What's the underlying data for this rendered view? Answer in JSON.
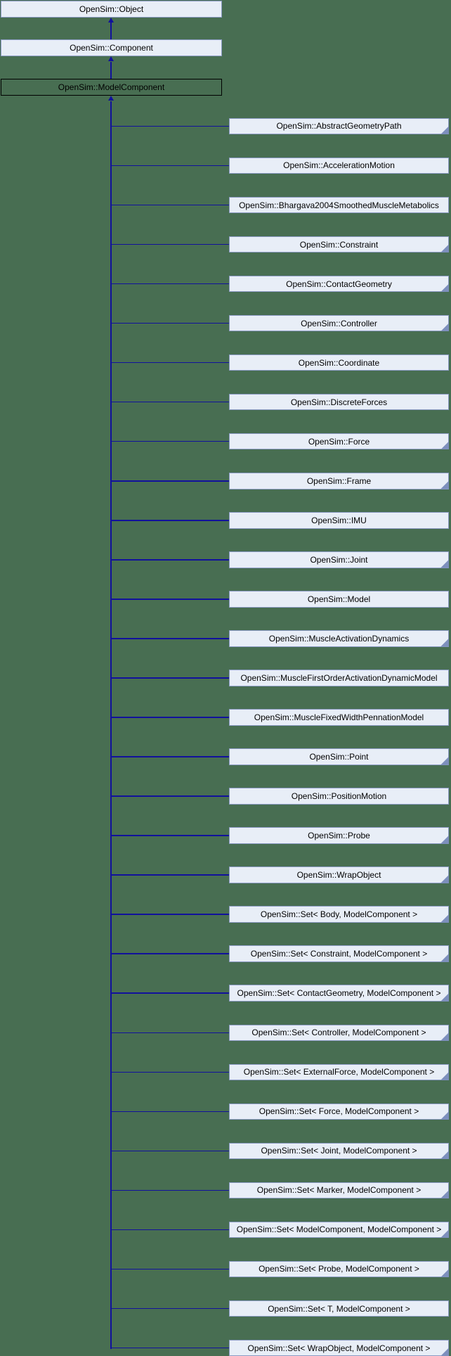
{
  "diagram": {
    "base_chain": [
      {
        "label": "OpenSim::Object"
      },
      {
        "label": "OpenSim::Component"
      }
    ],
    "current": {
      "label": "OpenSim::ModelComponent"
    },
    "derived": [
      {
        "label": "OpenSim::AbstractGeometryPath",
        "truncated": true
      },
      {
        "label": "OpenSim::AccelerationMotion",
        "truncated": false
      },
      {
        "label": "OpenSim::Bhargava2004SmoothedMuscleMetabolics",
        "truncated": false
      },
      {
        "label": "OpenSim::Constraint",
        "truncated": true
      },
      {
        "label": "OpenSim::ContactGeometry",
        "truncated": true
      },
      {
        "label": "OpenSim::Controller",
        "truncated": true
      },
      {
        "label": "OpenSim::Coordinate",
        "truncated": false
      },
      {
        "label": "OpenSim::DiscreteForces",
        "truncated": false
      },
      {
        "label": "OpenSim::Force",
        "truncated": true
      },
      {
        "label": "OpenSim::Frame",
        "truncated": true
      },
      {
        "label": "OpenSim::IMU",
        "truncated": false
      },
      {
        "label": "OpenSim::Joint",
        "truncated": true
      },
      {
        "label": "OpenSim::Model",
        "truncated": false
      },
      {
        "label": "OpenSim::MuscleActivationDynamics",
        "truncated": true
      },
      {
        "label": "OpenSim::MuscleFirstOrderActivationDynamicModel",
        "truncated": false
      },
      {
        "label": "OpenSim::MuscleFixedWidthPennationModel",
        "truncated": false
      },
      {
        "label": "OpenSim::Point",
        "truncated": true
      },
      {
        "label": "OpenSim::PositionMotion",
        "truncated": false
      },
      {
        "label": "OpenSim::Probe",
        "truncated": true
      },
      {
        "label": "OpenSim::WrapObject",
        "truncated": true
      },
      {
        "label": "OpenSim::Set< Body, ModelComponent >",
        "truncated": true
      },
      {
        "label": "OpenSim::Set< Constraint, ModelComponent >",
        "truncated": true
      },
      {
        "label": "OpenSim::Set< ContactGeometry, ModelComponent >",
        "truncated": true
      },
      {
        "label": "OpenSim::Set< Controller, ModelComponent >",
        "truncated": true
      },
      {
        "label": "OpenSim::Set< ExternalForce, ModelComponent >",
        "truncated": true
      },
      {
        "label": "OpenSim::Set< Force, ModelComponent >",
        "truncated": true
      },
      {
        "label": "OpenSim::Set< Joint, ModelComponent >",
        "truncated": true
      },
      {
        "label": "OpenSim::Set< Marker, ModelComponent >",
        "truncated": true
      },
      {
        "label": "OpenSim::Set< ModelComponent, ModelComponent >",
        "truncated": true
      },
      {
        "label": "OpenSim::Set< Probe, ModelComponent >",
        "truncated": true
      },
      {
        "label": "OpenSim::Set< T, ModelComponent >",
        "truncated": false
      },
      {
        "label": "OpenSim::Set< WrapObject, ModelComponent >",
        "truncated": true
      }
    ],
    "colors": {
      "background": "#486e52",
      "node_fill": "#e8eef7",
      "node_border": "#8c9bc4",
      "current_border": "#000000",
      "edge": "#11119c",
      "fold": "#7d8fbd",
      "text": "#000000"
    }
  }
}
